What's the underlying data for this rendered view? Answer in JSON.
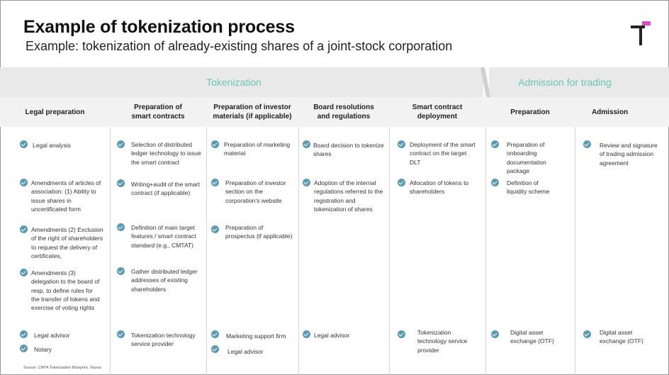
{
  "header": {
    "title": "Example of tokenization process",
    "subtitle": "Example: tokenization of already-existing shares of a joint-stock corporation"
  },
  "phases": {
    "tokenization": "Tokenization",
    "admission": "Admission for trading"
  },
  "columns": [
    {
      "heading": "Legal preparation",
      "items": [
        "Legal analysis",
        "Amendments of articles of\nassociation: (1) Ability to\nissue shares in\nuncertificated form",
        "Amendments (2) Exclusion\nof the right of shareholders\nto request the delivery of\ncertificates,",
        "Amendments (3)\ndelegation to the board of\nresp.  to define rules for\nthe transfer of tokens and\nexercise of voting rights"
      ],
      "providers": [
        "Legal advisor",
        "Notary"
      ]
    },
    {
      "heading": "Preparation of\nsmart contracts",
      "items": [
        "Selection of distributed\nledger technology to issue\nthe smart contract",
        "Writing+audit of the smart\ncontract (if applicable)",
        "Definition of main target\nfeatures / smart contract\nstandard (e.g., CMTAT)",
        "Gather distributed ledger\naddresses of existing\nshareholders"
      ],
      "providers": [
        "Tokenization technology\nservice provider"
      ]
    },
    {
      "heading": "Preparation of investor\nmaterials (if applicable)",
      "items": [
        "Preparation of marketing\nmaterial",
        "Preparation of investor\nsection on the\ncorporation's website",
        "Preparation of\nprospectus (if applicable)"
      ],
      "providers": [
        "Marketing support firm",
        "Legal advisor"
      ]
    },
    {
      "heading": "Board resolutions\nand regulations",
      "items": [
        "Board decision to tokenize\nshares",
        "Adoption of the internal\nregulations referred to the\nregistration and\ntokenization of shares"
      ],
      "providers": [
        "Legal advisor"
      ]
    },
    {
      "heading": "Smart contract\ndeployment",
      "items": [
        "Deployment of the smart\ncontract on the target\nDLT",
        "Allocation of tokens to\nshareholders"
      ],
      "providers": [
        "Tokenization\ntechnology service\nprovider"
      ]
    },
    {
      "heading": "Preparation",
      "items": [
        "Preparation of\nonboarding\ndocumentation\npackage",
        "Definition of\nliquidity scheme"
      ],
      "providers": [
        "Digital asset\nexchange (OTF)"
      ]
    },
    {
      "heading": "Admission",
      "items": [
        "Review and signature\nof trading admission\nagreement"
      ],
      "providers": [
        "Digital asset\nexchange (OTF)"
      ]
    }
  ],
  "source": "Source:  CMTA Tokenization Blueprint, Taurus",
  "colors": {
    "accent": "#6cc6ad",
    "check": "#5a9ab3",
    "logo_pink": "#d64fc8"
  }
}
